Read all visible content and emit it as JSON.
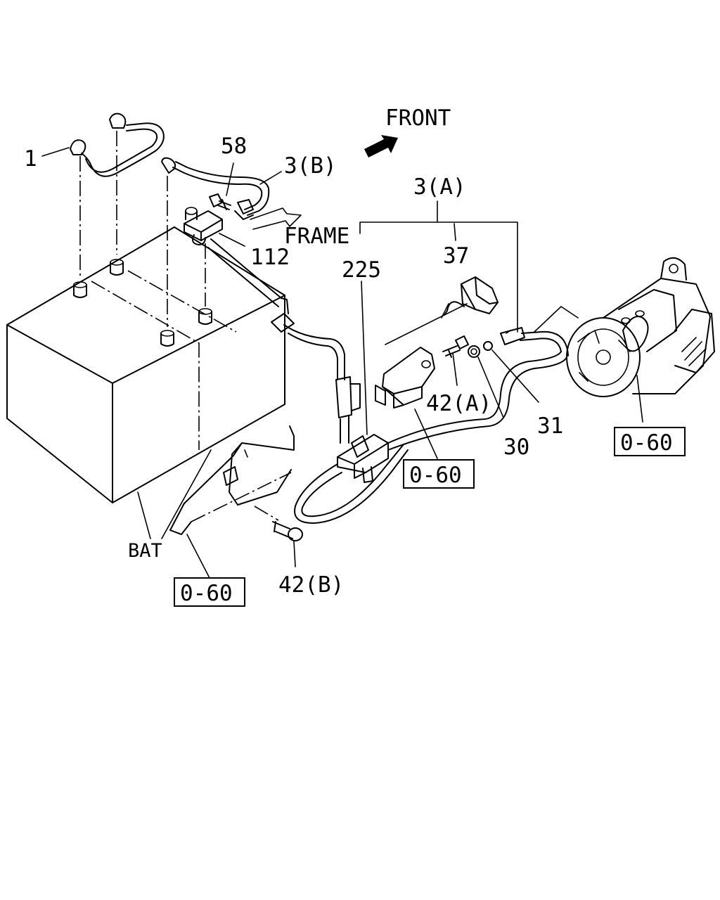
{
  "labels": {
    "front": "FRONT",
    "frame": "FRAME",
    "part_1": "1",
    "part_58": "58",
    "part_3b": "3(B)",
    "part_3a": "3(A)",
    "part_112": "112",
    "part_225": "225",
    "part_37": "37",
    "part_42a": "42(A)",
    "part_30": "30",
    "part_31": "31",
    "part_42b": "42(B)",
    "bat": "BAT",
    "ref_box_1": "0-60",
    "ref_box_2": "0-60",
    "ref_box_3": "0-60"
  }
}
